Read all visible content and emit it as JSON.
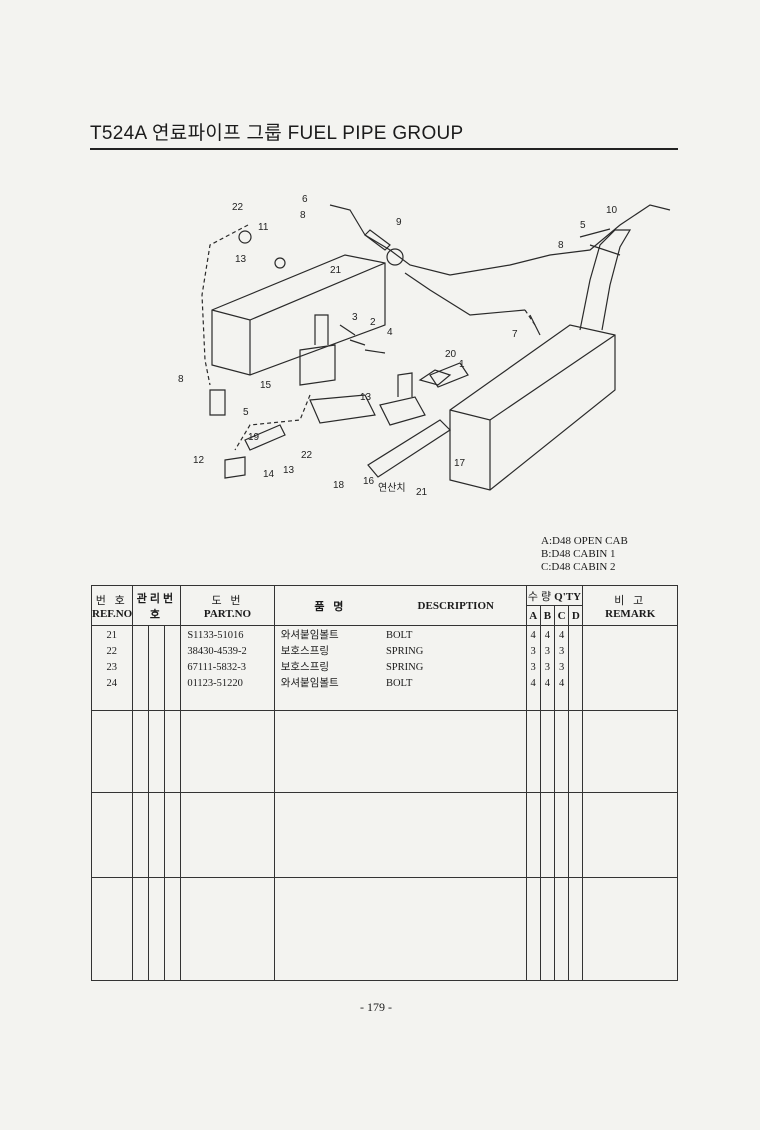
{
  "title": "T524A 연료파이프 그룹  FUEL PIPE GROUP",
  "diagram": {
    "callouts": [
      "22",
      "11",
      "13",
      "6",
      "8",
      "9",
      "21",
      "3",
      "2",
      "4",
      "5",
      "10",
      "8",
      "7",
      "8",
      "15",
      "20",
      "1",
      "5",
      "13",
      "19",
      "12",
      "14",
      "13",
      "22",
      "18",
      "21",
      "16",
      "17",
      "연산치"
    ]
  },
  "legend": [
    "A:D48 OPEN CAB",
    "B:D48 CABIN 1",
    "C:D48 CABIN 2"
  ],
  "table": {
    "headers": {
      "ref_kor": "번 호",
      "ref_en": "REF.NO",
      "mgmt": "관리번호",
      "part_kor": "도 번",
      "part_en": "PART.NO",
      "name_kor": "품 명",
      "desc": "DESCRIPTION",
      "qty_kor": "수량",
      "qty_en": "Q'TY",
      "qty_cols": [
        "A",
        "B",
        "C",
        "D"
      ],
      "remark_kor": "비 고",
      "remark_en": "REMARK"
    },
    "rows": [
      {
        "ref": "21",
        "part": "S1133-51016",
        "name": "와셔붙임볼트",
        "desc": "BOLT",
        "a": "4",
        "b": "4",
        "c": "4",
        "d": ""
      },
      {
        "ref": "22",
        "part": "38430-4539-2",
        "name": "보호스프링",
        "desc": "SPRING",
        "a": "3",
        "b": "3",
        "c": "3",
        "d": ""
      },
      {
        "ref": "23",
        "part": "67111-5832-3",
        "name": "보호스프링",
        "desc": "SPRING",
        "a": "3",
        "b": "3",
        "c": "3",
        "d": ""
      },
      {
        "ref": "24",
        "part": "01123-51220",
        "name": "와셔붙임볼트",
        "desc": "BOLT",
        "a": "4",
        "b": "4",
        "c": "4",
        "d": ""
      }
    ]
  },
  "page_number": "- 179 -"
}
